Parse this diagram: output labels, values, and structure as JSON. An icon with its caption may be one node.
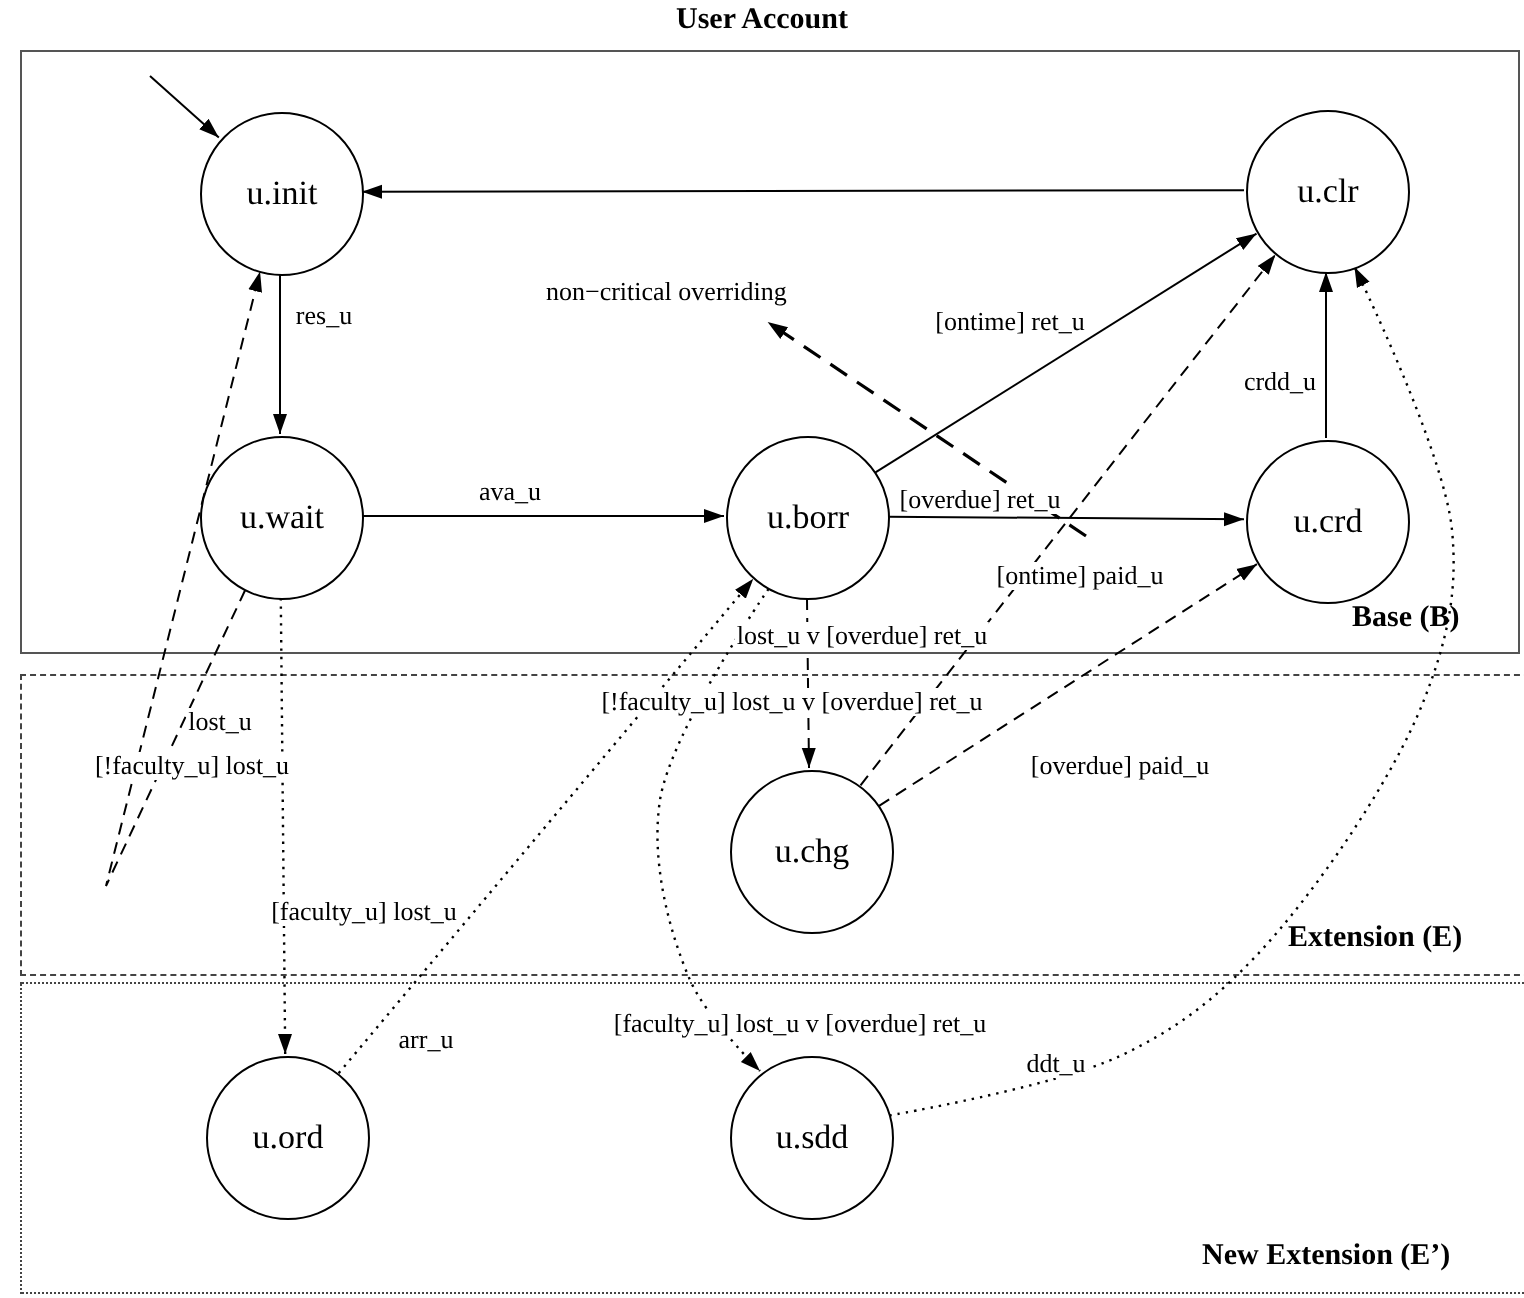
{
  "diagram": {
    "title": "User Account",
    "nodes": [
      {
        "text": [
          "Base (B)"
        ]
      },
      {
        "text": [
          "u.init"
        ],
        "in": 0
      },
      {
        "text": [
          "u.clr"
        ],
        "in": 0
      },
      {
        "text": [
          "non−critical overriding"
        ],
        "in": 0
      },
      {
        "text": [
          "u.wait"
        ],
        "in": 0
      },
      {
        "text": [
          "u.borr"
        ],
        "in": 0
      },
      {
        "text": [
          "u.crd"
        ],
        "in": 0
      },
      {
        "text": [
          "Extension (E)"
        ]
      },
      {
        "text": [
          "u.chg"
        ],
        "in": 7
      },
      {
        "text": [
          "New Extension (E’)"
        ]
      },
      {
        "text": [
          "u.ord"
        ],
        "in": 9
      },
      {
        "text": [
          "u.sdd"
        ],
        "in": 9
      }
    ],
    "edges": [
      {
        "from": null,
        "to": 1,
        "arrow": "to"
      },
      {
        "from": 2,
        "to": 1,
        "arrow": "to"
      },
      {
        "from": 1,
        "to": 4,
        "arrow": "to",
        "label": "res_u"
      },
      {
        "from": 4,
        "to": 5,
        "arrow": "to",
        "label": "ava_u"
      },
      {
        "from": 5,
        "to": 2,
        "arrow": "to",
        "label": "[ontime] ret_u"
      },
      {
        "from": 5,
        "to": 6,
        "arrow": "to",
        "label": "[overdue] ret_u"
      },
      {
        "from": 6,
        "to": 2,
        "arrow": "to",
        "label": "crdd_u"
      },
      {
        "from": null,
        "to": 3,
        "arrow": "to",
        "style": "dashed"
      },
      {
        "from": 8,
        "to": 2,
        "arrow": "to",
        "style": "dashed",
        "label": "[ontime] paid_u"
      },
      {
        "from": 8,
        "to": 6,
        "arrow": "to",
        "style": "dashed",
        "label": "[overdue] paid_u"
      },
      {
        "from": 5,
        "to": 8,
        "arrow": "to",
        "style": "dashed",
        "label": "[!faculty_u] lost_u v [overdue] ret_u"
      },
      {
        "from": 5,
        "to": 11,
        "arrow": "to",
        "style": "dashed",
        "label": "[faculty_u] lost_u v [overdue] ret_u"
      },
      {
        "from": 10,
        "to": 5,
        "arrow": "to",
        "style": "dashed",
        "label": "arr_u"
      },
      {
        "from": 4,
        "to": 10,
        "arrow": "to",
        "style": "dashed",
        "label": "[faculty_u] lost_u"
      },
      {
        "from": 11,
        "to": 2,
        "arrow": "to",
        "style": "dashed",
        "label": "ddt_u"
      },
      {
        "from": 4,
        "to": 1,
        "arrow": "to",
        "style": "dashed",
        "label": "[!faculty_u] lost_u"
      }
    ],
    "labels": [
      "lost_u",
      "lost_u v [overdue] ret_u"
    ]
  }
}
